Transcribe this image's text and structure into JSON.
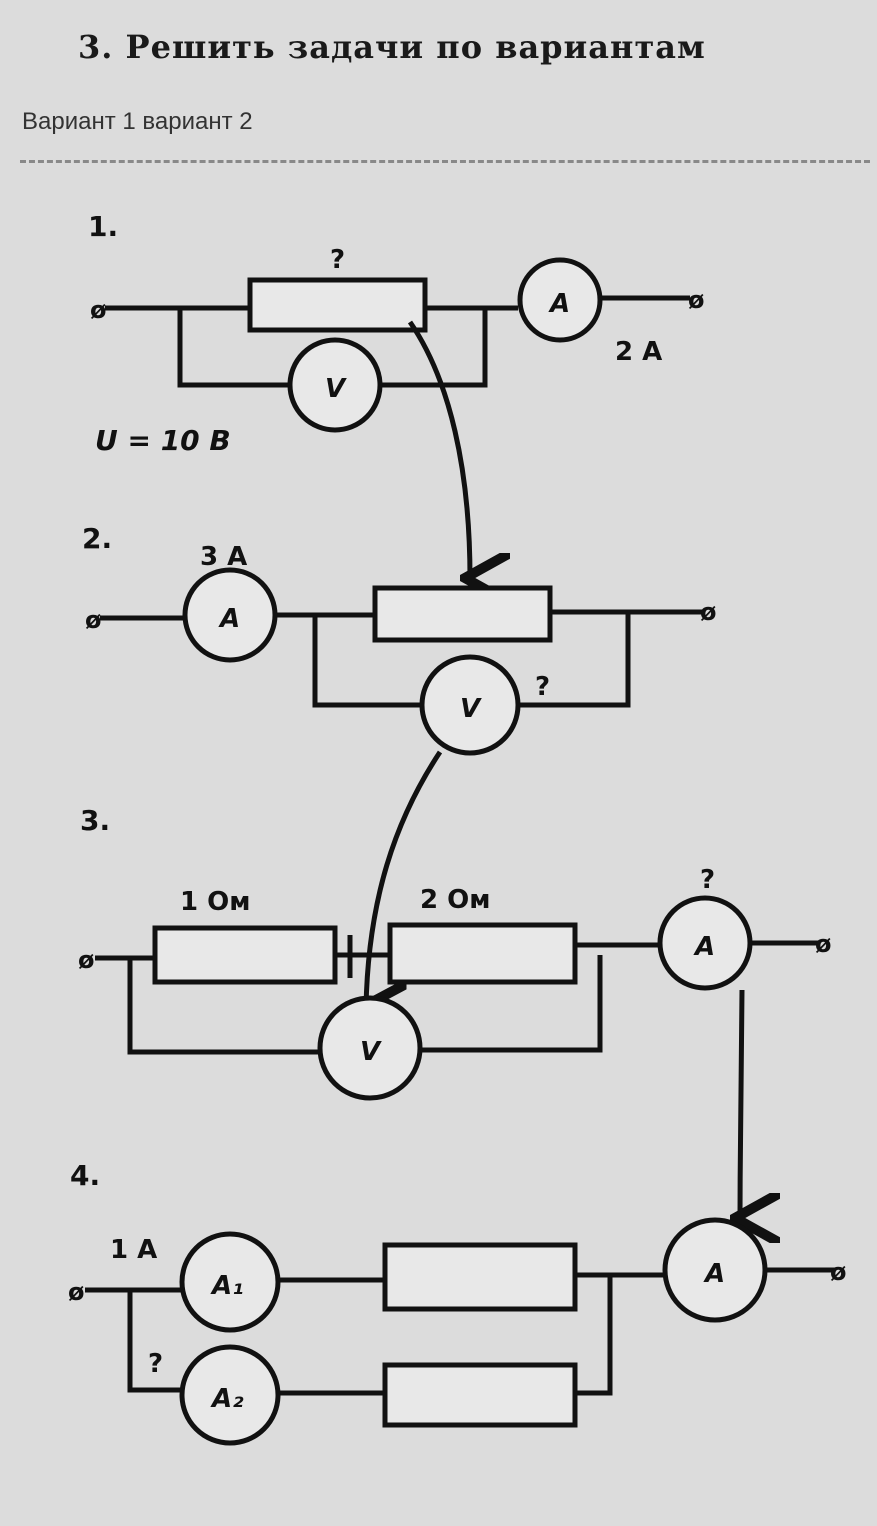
{
  "header": {
    "title": "3. Решить задачи по вариантам",
    "subtitle": "Вариант 1 вариант 2"
  },
  "circuits": [
    {
      "number": "1.",
      "resistor_label": "?",
      "ammeter": "A",
      "voltmeter": "V",
      "current": "2 A",
      "voltage": "U = 10 B"
    },
    {
      "number": "2.",
      "current": "3 A",
      "ammeter": "A",
      "voltmeter": "V",
      "voltage_label": "?"
    },
    {
      "number": "3.",
      "r1": "1 Ом",
      "r2": "2 Ом",
      "ammeter": "A",
      "ammeter_label": "?",
      "voltmeter": "V"
    },
    {
      "number": "4.",
      "current1": "1 A",
      "current2_label": "?",
      "ammeter1": "A₁",
      "ammeter2": "A₂",
      "ammeter": "A"
    }
  ]
}
